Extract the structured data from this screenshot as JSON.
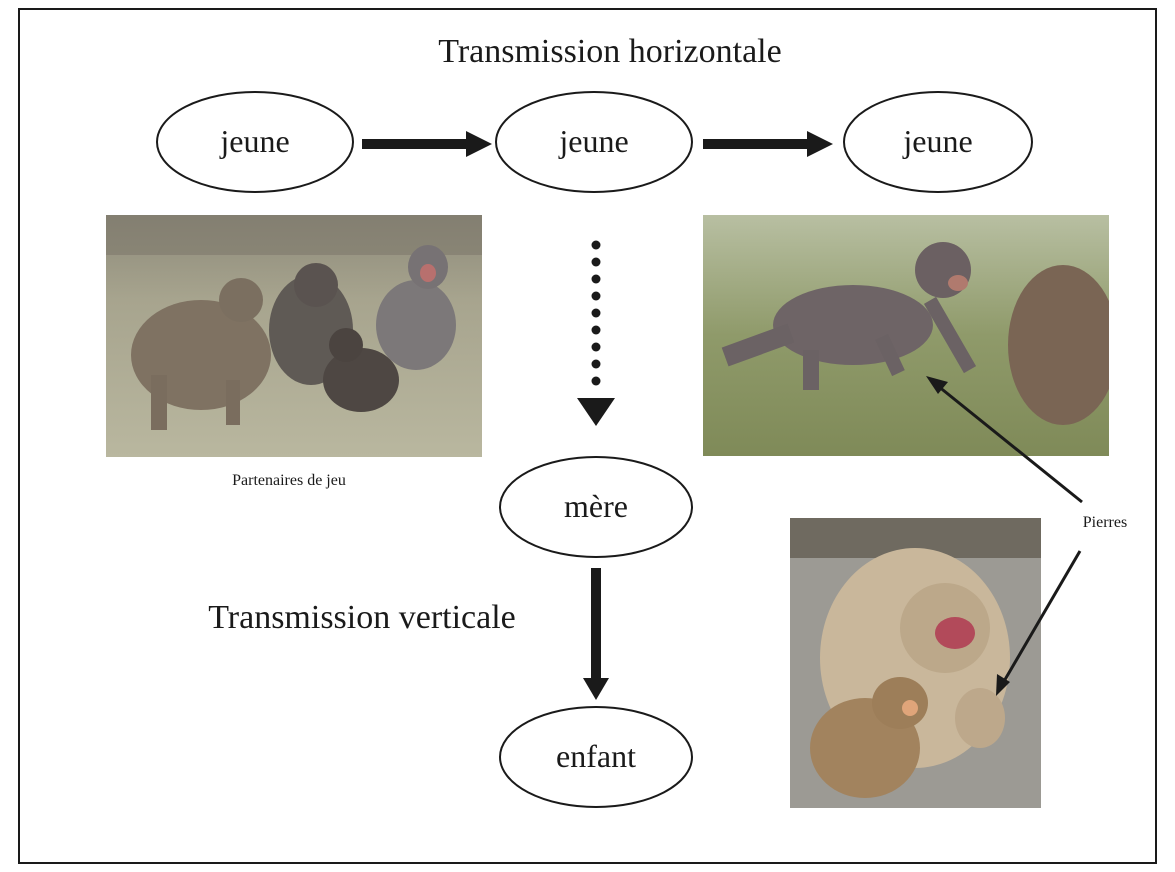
{
  "titles": {
    "horizontal": "Transmission horizontale",
    "vertical": "Transmission verticale"
  },
  "nodes": {
    "jeune_1": "jeune",
    "jeune_2": "jeune",
    "jeune_3": "jeune",
    "mere": "mère",
    "enfant": "enfant"
  },
  "captions": {
    "play_partners": "Partenaires de jeu",
    "stones": "Pierres"
  },
  "colors": {
    "ink": "#1a1a1a",
    "frame": "#1a1a1a",
    "background": "#ffffff"
  },
  "photos": {
    "left": "juvenile macaques playing together",
    "right": "juvenile macaque handling stones",
    "bottom": "mother macaque with infant handling stones"
  }
}
